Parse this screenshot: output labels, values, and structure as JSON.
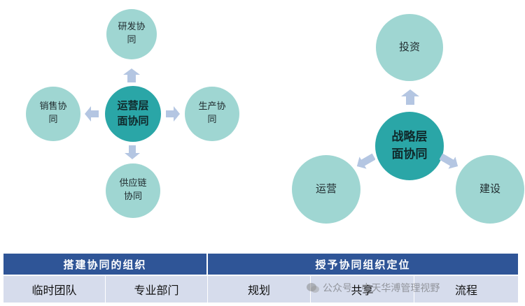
{
  "left_diagram": {
    "core": "运营层\n面协同",
    "top": "研发协\n同",
    "left": "销售协\n同",
    "right": "生产协\n同",
    "bottom": "供应链\n协同"
  },
  "right_diagram": {
    "core": "战略层\n面协同",
    "top": "投资",
    "left": "运营",
    "right": "建设"
  },
  "bar": {
    "left_title": "搭建协同的组织",
    "right_title": "授予协同组织定位"
  },
  "cells": [
    "临时团队",
    "专业部门",
    "规划",
    "共享",
    "流程"
  ],
  "watermark": "公众号 · 中天华溥管理视野",
  "colors": {
    "light_circle": "#9fd6d2",
    "core_circle": "#2aa6a7",
    "arrow": "#b4c6e2",
    "bar": "#2f5597",
    "row": "#d6dcec"
  }
}
